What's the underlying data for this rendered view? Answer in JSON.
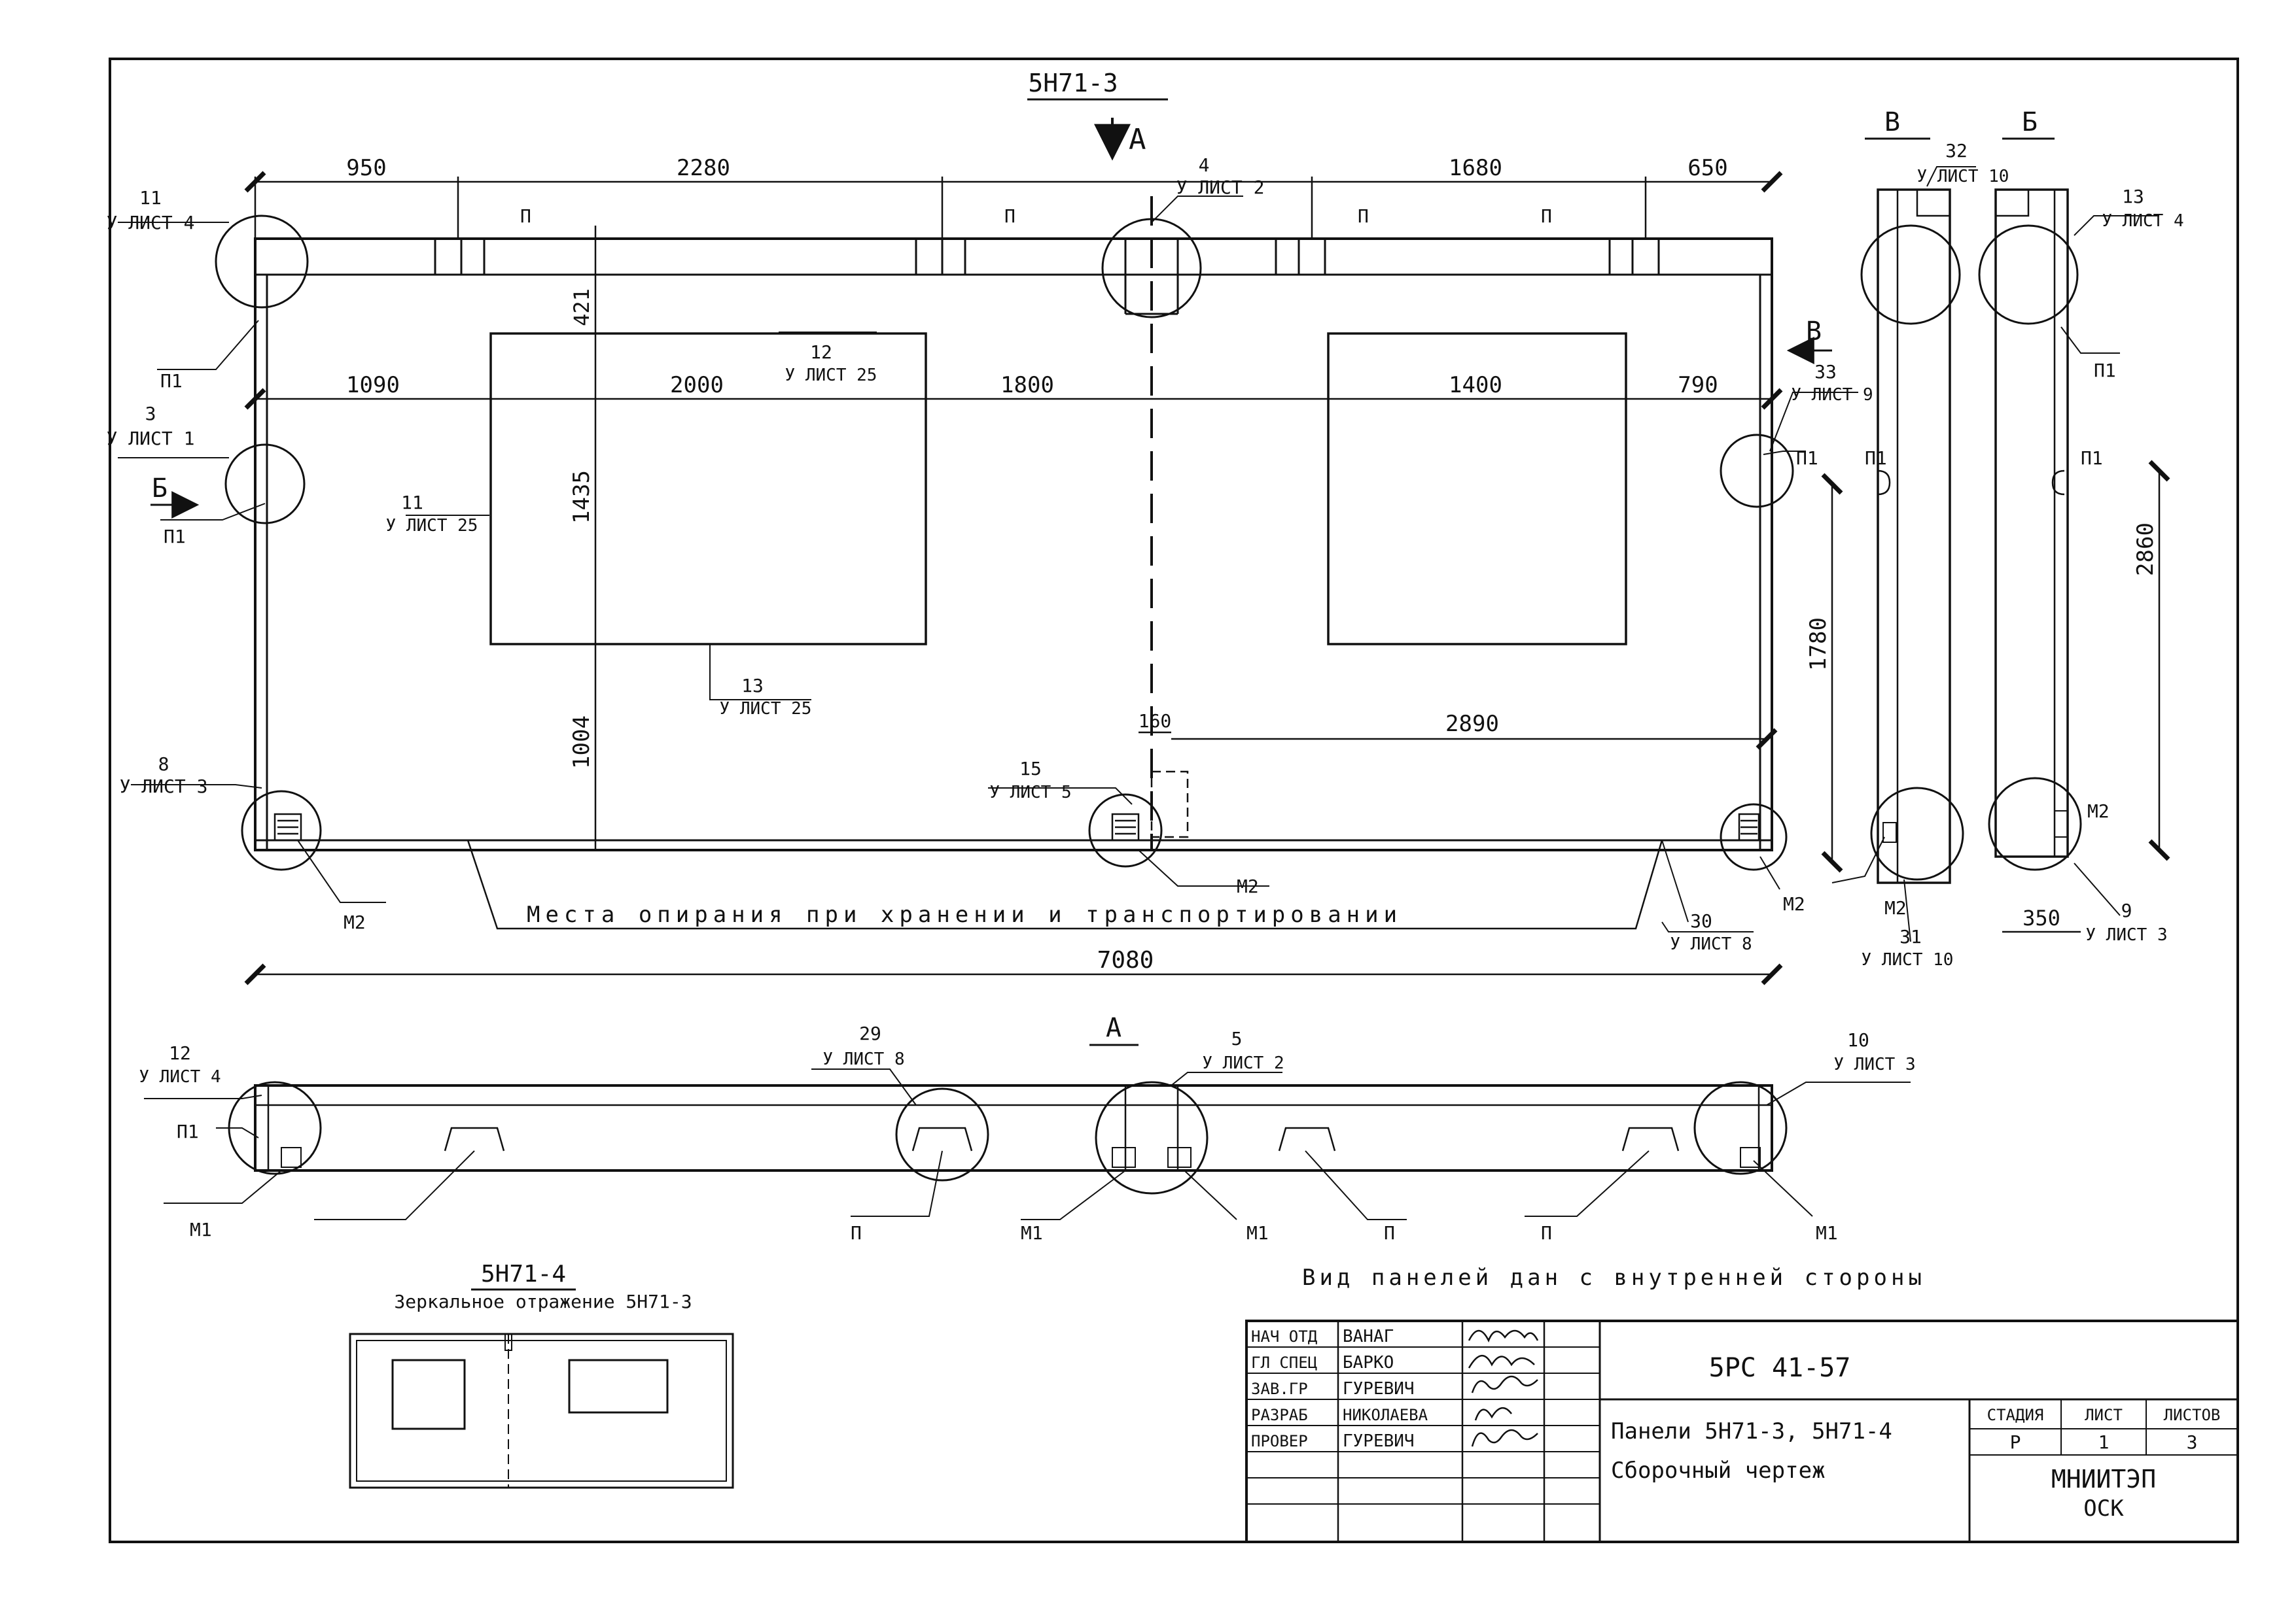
{
  "sheet_title": "5Н71-3",
  "section_marks": {
    "a_top": "А",
    "a_view": "А",
    "v_view": "В",
    "b_view": "Б",
    "b_left": "Б",
    "v_right": "В"
  },
  "dimensions": {
    "top_950": "950",
    "top_2280": "2280",
    "top_1680": "1680",
    "top_650": "650",
    "mid_1090": "1090",
    "mid_2000": "2000",
    "mid_1800": "1800",
    "mid_1400": "1400",
    "mid_790": "790",
    "v_421": "421",
    "v_1435": "1435",
    "v_1004": "1004",
    "v_1780": "1780",
    "v_2860": "2860",
    "d_160": "160",
    "d_2890": "2890",
    "d_350": "350",
    "overall_7080": "7080"
  },
  "callouts": {
    "c11_num": "11",
    "c11_sheet": "У ЛИСТ 4",
    "c4_num": "4",
    "c4_sheet": "У ЛИСТ 2",
    "c3_num": "3",
    "c3_sheet": "У ЛИСТ 1",
    "c8_num": "8",
    "c8_sheet": "У ЛИСТ 3",
    "c12a_num": "12",
    "c12a_sheet": "У ЛИСТ 25",
    "c11b_num": "11",
    "c11b_sheet": "У ЛИСТ 25",
    "c13a_num": "13",
    "c13a_sheet": "У ЛИСТ 25",
    "c15_num": "15",
    "c15_sheet": "У ЛИСТ 5",
    "c33_num": "33",
    "c33_sheet": "У ЛИСТ 9",
    "c30_num": "30",
    "c30_sheet": "У ЛИСТ 8",
    "c32_num": "32",
    "c32_sheet": "У ЛИСТ 10",
    "c13b_num": "13",
    "c13b_sheet": "У ЛИСТ 4",
    "c31_num": "31",
    "c31_sheet": "У ЛИСТ 10",
    "c9_num": "9",
    "c9_sheet": "У ЛИСТ 3",
    "c12b_num": "12",
    "c12b_sheet": "У ЛИСТ 4",
    "c29_num": "29",
    "c29_sheet": "У ЛИСТ 8",
    "c5_num": "5",
    "c5_sheet": "У ЛИСТ 2",
    "c10_num": "10",
    "c10_sheet": "У ЛИСТ 3"
  },
  "marks": {
    "p": "П",
    "p1": "П1",
    "m1": "М1",
    "m2": "М2"
  },
  "notes": {
    "support": "Места опирания при хранении и транспортировании",
    "view_note": "Вид панелей дан с внутренней стороны",
    "mirror_title": "5Н71-4",
    "mirror_sub": "Зеркальное отражение 5Н71-3"
  },
  "title_block": {
    "roles": [
      "НАЧ ОТД",
      "ГЛ СПЕЦ",
      "ЗАВ.ГР",
      "РАЗРАБ",
      "ПРОВЕР"
    ],
    "names": [
      "ВАНАГ",
      "БАРКО",
      "ГУРЕВИЧ",
      "НИКОЛАЕВА",
      "ГУРЕВИЧ"
    ],
    "doc_code": "5РС 41-57",
    "title_line1": "Панели 5Н71-3, 5Н71-4",
    "title_line2": "Сборочный чертеж",
    "stage_h": "СТАДИЯ",
    "sheet_h": "ЛИСТ",
    "sheets_h": "ЛИСТОВ",
    "stage_v": "Р",
    "sheet_v": "1",
    "sheets_v": "3",
    "org1": "МНИИТЭП",
    "org2": "ОСК"
  }
}
